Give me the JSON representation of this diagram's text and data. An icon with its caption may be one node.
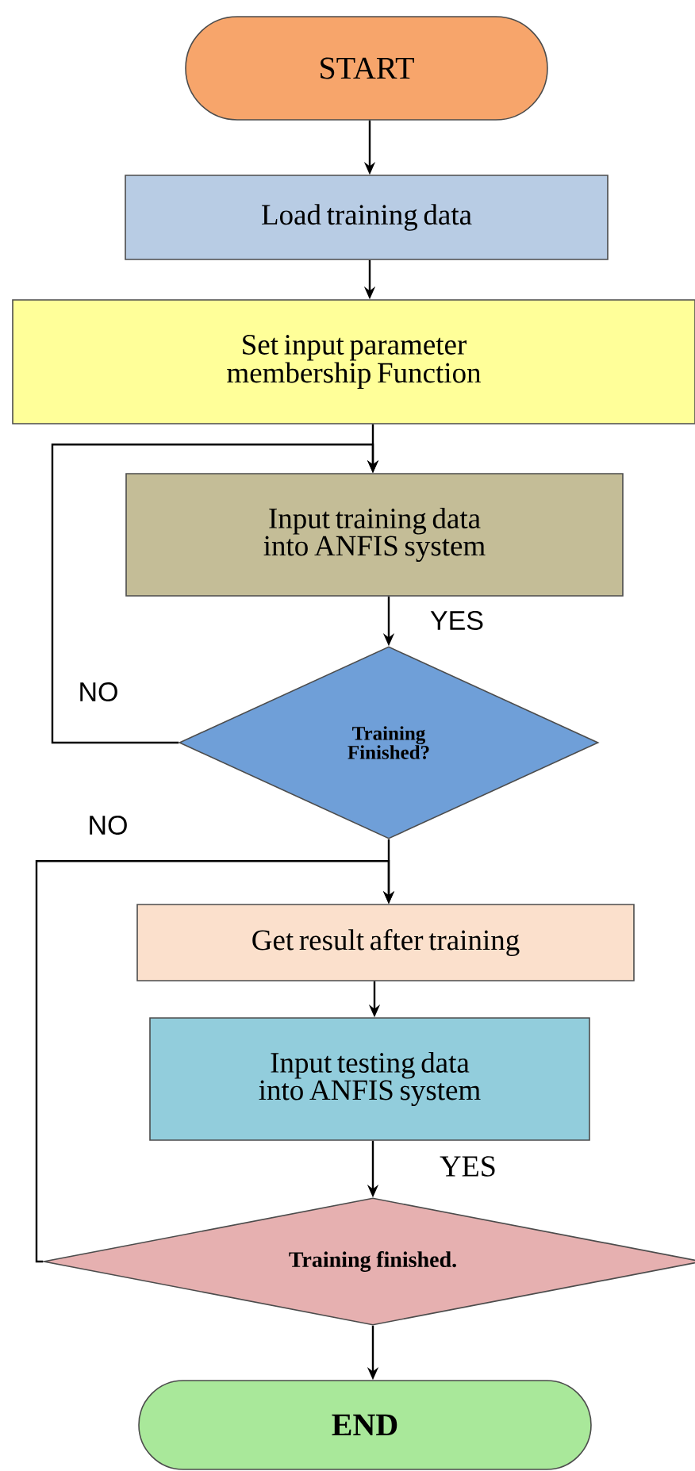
{
  "diagram": {
    "nodes": [
      {
        "text": [
          "START"
        ]
      },
      {
        "text": [
          "Load training data"
        ]
      },
      {
        "text": [
          "Set input parameter membership Function"
        ]
      },
      {
        "text": [
          "Input training data into ANFIS system"
        ]
      },
      {
        "text": [
          "Training Finished?"
        ]
      },
      {
        "text": [
          "Get result after training"
        ]
      },
      {
        "text": [
          "Input testing data into ANFIS system"
        ]
      },
      {
        "text": [
          "Training finished."
        ]
      },
      {
        "text": [
          "END"
        ]
      }
    ],
    "edges": [
      {
        "from": 0,
        "to": 1,
        "arrow": "to"
      },
      {
        "from": 1,
        "to": 2,
        "arrow": "to"
      },
      {
        "from": 2,
        "to": 3,
        "arrow": "to"
      },
      {
        "from": 3,
        "to": 4,
        "arrow": "to",
        "label": "YES"
      },
      {
        "from": 4,
        "to": 3,
        "arrow": "to",
        "label": "NO"
      },
      {
        "from": 4,
        "to": 5,
        "arrow": "to"
      },
      {
        "from": 5,
        "to": 6,
        "arrow": "to"
      },
      {
        "from": 6,
        "to": 7,
        "arrow": "to",
        "label": "YES"
      },
      {
        "from": 7,
        "to": 5,
        "arrow": "to",
        "label": "NO"
      },
      {
        "from": 7,
        "to": 8,
        "arrow": "to"
      }
    ]
  }
}
